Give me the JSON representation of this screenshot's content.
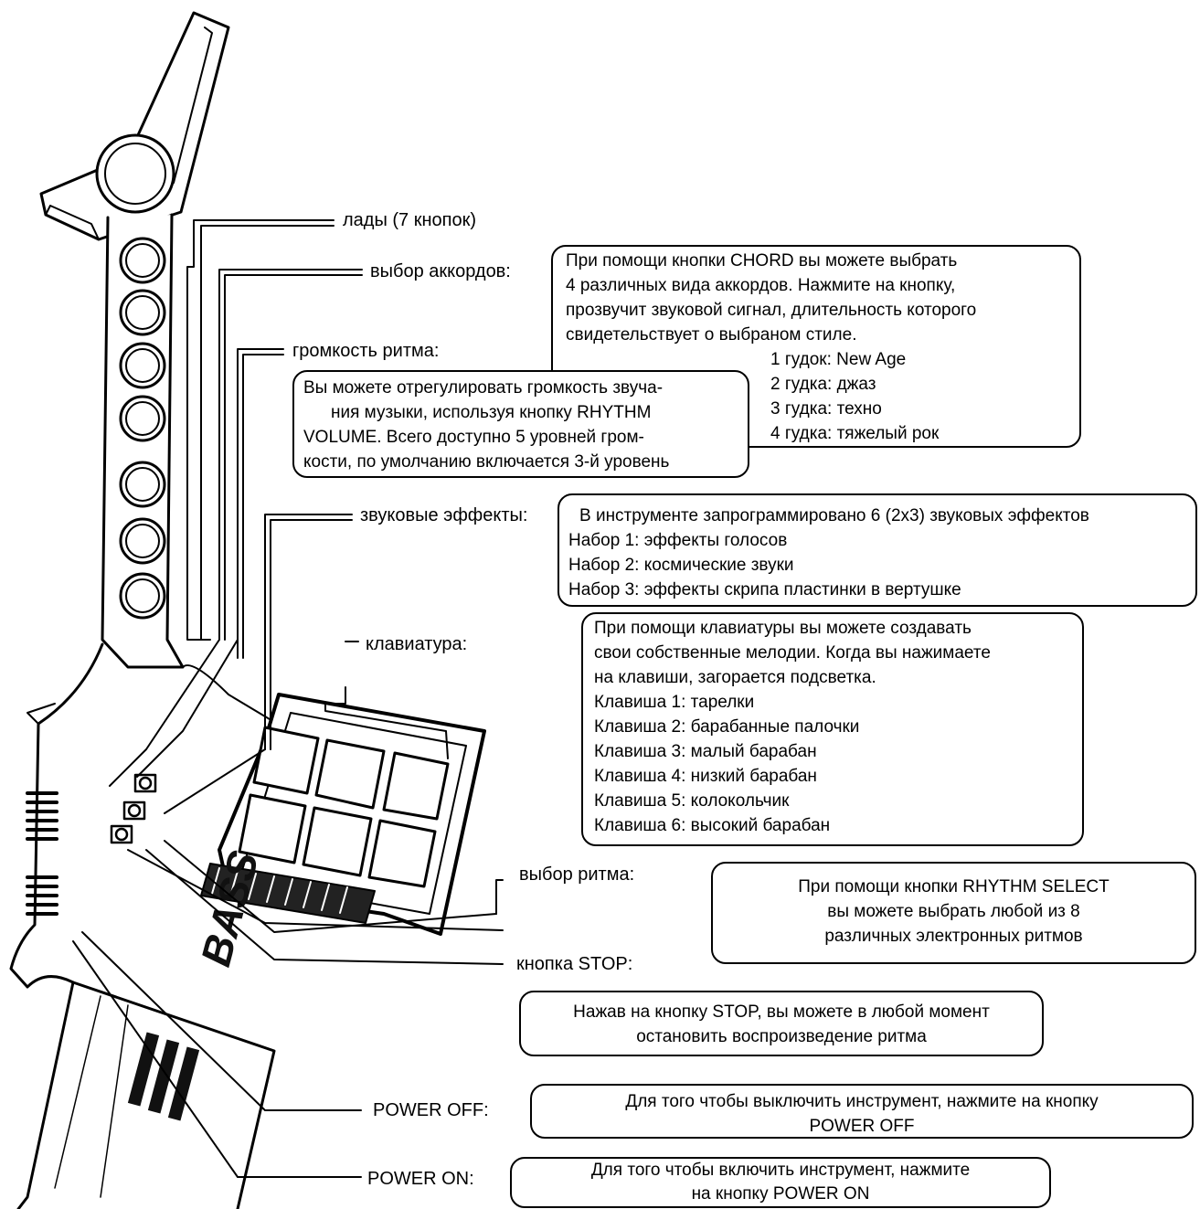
{
  "labels": {
    "frets": "лады (7 кнопок)",
    "chord": "выбор аккордов:",
    "rhythm_volume": "громкость ритма:",
    "effects": "звуковые эффекты:",
    "keyboard": "клавиатура:",
    "rhythm_select": "выбор ритма:",
    "stop": "кнопка STOP:",
    "power_off": "POWER OFF:",
    "power_on": "POWER ON:"
  },
  "boxes": {
    "chord": {
      "lines": [
        "При помощи кнопки CHORD вы можете выбрать",
        "4 различных вида аккордов. Нажмите на кнопку,",
        "прозвучит звуковой сигнал, длительность которого",
        "свидетельствует о выбраном стиле."
      ],
      "styles": [
        "1 гудок: New Age",
        "2 гудка: джаз",
        "3 гудка: техно",
        "4 гудка: тяжелый рок"
      ]
    },
    "volume": {
      "lines": [
        "Вы можете отрегулировать громкость звуча-",
        "ния музыки, используя кнопку RHYTHM",
        "VOLUME. Всего доступно 5 уровней гром-",
        "кости, по умолчанию включается 3-й уровень"
      ]
    },
    "effects": {
      "lines": [
        "В инструменте запрограммировано 6 (2х3) звуковых эффектов",
        "Набор 1: эффекты голосов",
        "Набор 2: космические звуки",
        "Набор 3: эффекты скрипа пластинки в вертушке"
      ]
    },
    "keyboard": {
      "lines": [
        "При помощи клавиатуры вы можете создавать",
        "свои собственные мелодии. Когда вы нажимаете",
        "на клавиши, загорается подсветка.",
        "Клавиша 1: тарелки",
        "Клавиша 2: барабанные палочки",
        "Клавиша 3: малый барабан",
        "Клавиша 4: низкий барабан",
        "Клавиша 5: колокольчик",
        "Клавиша 6: высокий барабан"
      ]
    },
    "rhythm": {
      "lines": [
        "При помощи кнопки RHYTHM SELECT",
        "вы можете выбрать любой из 8",
        "различных электронных ритмов"
      ]
    },
    "stop": {
      "lines": [
        "Нажав на кнопку STOP, вы можете в любой момент",
        "остановить воспроизведение ритма"
      ]
    },
    "power_off": {
      "lines": [
        "Для того чтобы выключить инструмент, нажмите на кнопку",
        "POWER OFF"
      ]
    },
    "power_on": {
      "lines": [
        "Для того чтобы включить инструмент, нажмите",
        "на кнопку POWER ON"
      ]
    }
  },
  "logo_text": "BASS"
}
